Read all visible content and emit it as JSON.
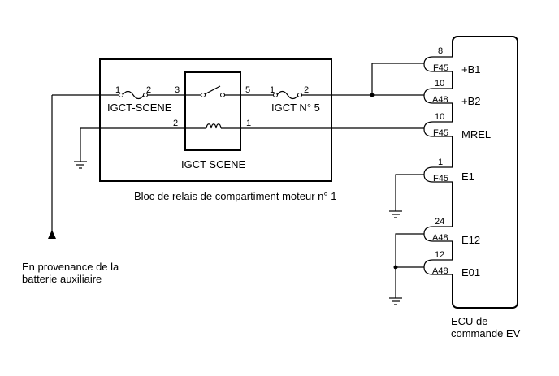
{
  "relay_block": {
    "label": "Bloc de relais de compartiment moteur n° 1",
    "fuse_left": {
      "name": "IGCT-SCENE",
      "pin_in": "1",
      "pin_out": "2"
    },
    "fuse_right": {
      "name": "IGCT N° 5",
      "pin_in": "1",
      "pin_out": "2"
    },
    "relay": {
      "name": "IGCT SCENE",
      "pin_switch_in": "3",
      "pin_switch_out": "5",
      "pin_coil_a": "2",
      "pin_coil_b": "1"
    }
  },
  "source": {
    "label_line1": "En provenance de la",
    "label_line2": "batterie auxiliaire"
  },
  "ecu": {
    "label_line1": "ECU de",
    "label_line2": "commande EV",
    "terminals": [
      {
        "pin": "8",
        "connector": "F45",
        "name": "+B1"
      },
      {
        "pin": "10",
        "connector": "A48",
        "name": "+B2"
      },
      {
        "pin": "10",
        "connector": "F45",
        "name": "MREL"
      },
      {
        "pin": "1",
        "connector": "F45",
        "name": "E1"
      },
      {
        "pin": "24",
        "connector": "A48",
        "name": "E12"
      },
      {
        "pin": "12",
        "connector": "A48",
        "name": "E01"
      }
    ]
  }
}
